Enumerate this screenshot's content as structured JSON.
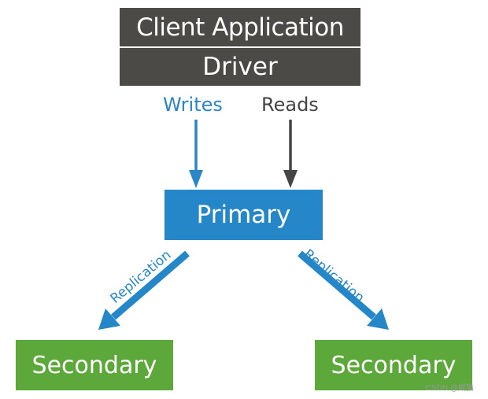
{
  "nodes": {
    "client_application": "Client Application",
    "driver": "Driver",
    "primary": "Primary",
    "secondary_left": "Secondary",
    "secondary_right": "Secondary"
  },
  "edges": {
    "writes": "Writes",
    "reads": "Reads",
    "replication_left": "Replication",
    "replication_right": "Replication"
  },
  "watermark": "CSDN @威猫",
  "colors": {
    "client_driver_bg": "#4b4a46",
    "primary_bg": "#2687c8",
    "secondary_bg": "#5ca83a",
    "writes_arrow": "#2b86c5",
    "reads_arrow": "#454545",
    "replication_arrow": "#2687c8"
  }
}
